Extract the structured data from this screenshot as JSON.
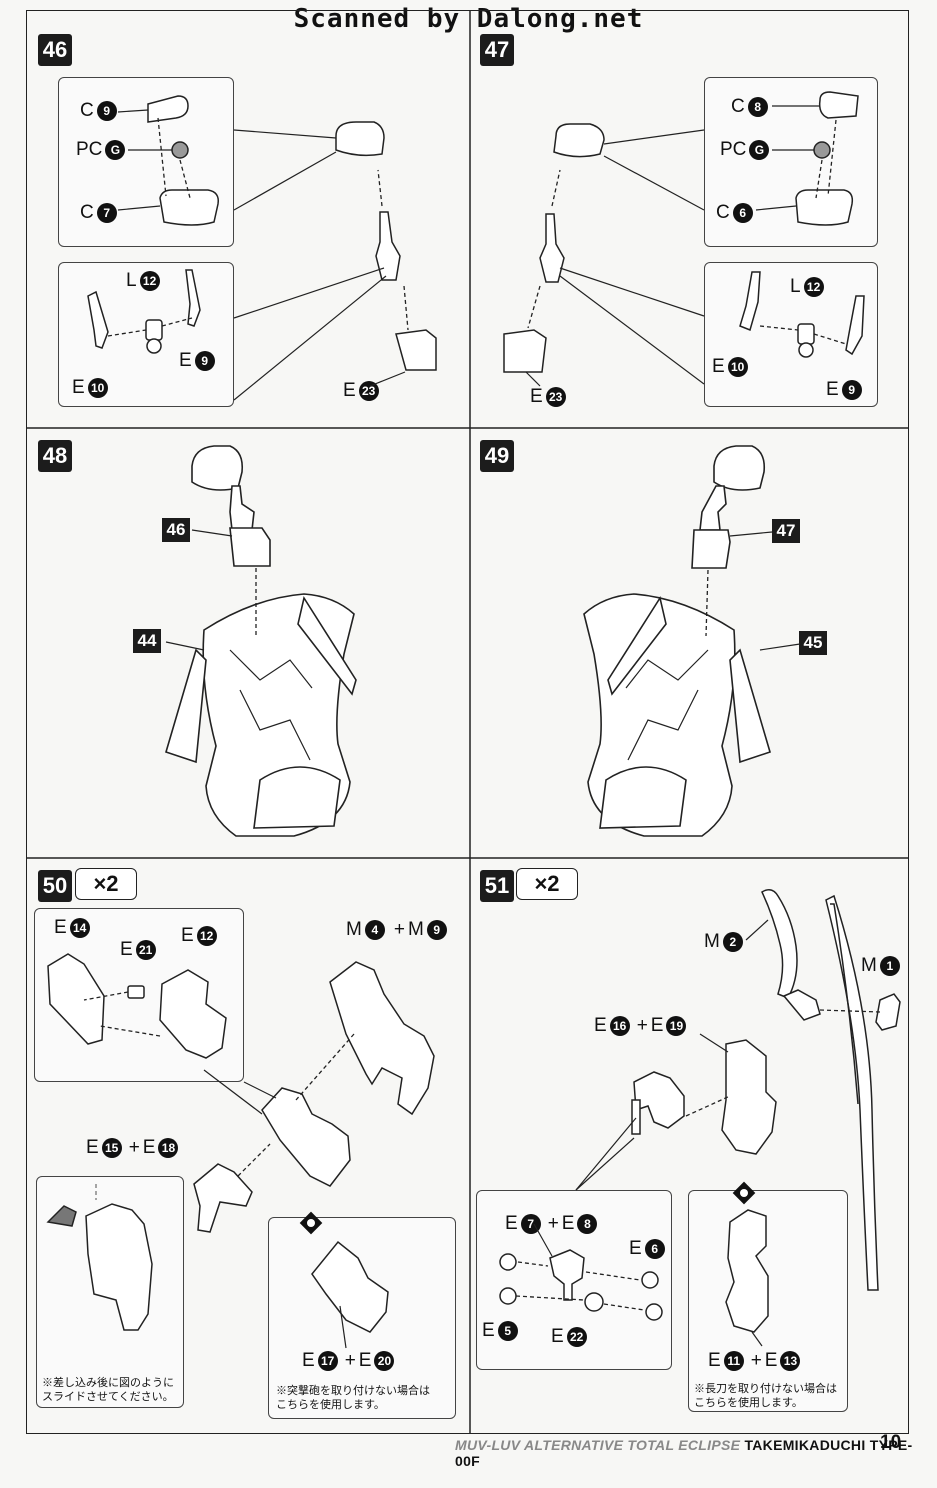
{
  "watermark": "Scanned by Dalong.net",
  "footer": {
    "series": "MUV-LUV ALTERNATIVE TOTAL ECLIPSE",
    "model": "TAKEMIKADUCHI TYPE-00F",
    "page": "10"
  },
  "steps": {
    "s46": {
      "num": "46",
      "labels": {
        "c9": "C",
        "pc": "PC",
        "c7": "C",
        "l12": "L",
        "e9": "E",
        "e10": "E",
        "e23": "E"
      },
      "nums": {
        "c9": "9",
        "pc": "G",
        "c7": "7",
        "l12": "12",
        "e9": "9",
        "e10": "10",
        "e23": "23"
      }
    },
    "s47": {
      "num": "47",
      "labels": {
        "c8": "C",
        "pc": "PC",
        "c6": "C",
        "l12": "L",
        "e10": "E",
        "e9": "E",
        "e23": "E"
      },
      "nums": {
        "c8": "8",
        "pc": "G",
        "c6": "6",
        "l12": "12",
        "e10": "10",
        "e9": "9",
        "e23": "23"
      }
    },
    "s48": {
      "num": "48",
      "ref_top": "46",
      "ref_body": "44"
    },
    "s49": {
      "num": "49",
      "ref_top": "47",
      "ref_body": "45"
    },
    "s50": {
      "num": "50",
      "times": "×2",
      "e14": "E",
      "e14n": "14",
      "e21": "E",
      "e21n": "21",
      "e12": "E",
      "e12n": "12",
      "m4": "M",
      "m4n": "4",
      "plus": "+",
      "m9": "M",
      "m9n": "9",
      "e15": "E",
      "e15n": "15",
      "e18": "E",
      "e18n": "18",
      "e17": "E",
      "e17n": "17",
      "e20": "E",
      "e20n": "20",
      "note_left": "※差し込み後に図のように\nスライドさせてください。",
      "note_right": "※突撃砲を取り付けない場合は\nこちらを使用します。"
    },
    "s51": {
      "num": "51",
      "times": "×2",
      "m2": "M",
      "m2n": "2",
      "m1": "M",
      "m1n": "1",
      "e16": "E",
      "e16n": "16",
      "e19": "E",
      "e19n": "19",
      "e7": "E",
      "e7n": "7",
      "e8": "E",
      "e8n": "8",
      "e6": "E",
      "e6n": "6",
      "e5": "E",
      "e5n": "5",
      "e22": "E",
      "e22n": "22",
      "e11": "E",
      "e11n": "11",
      "e13": "E",
      "e13n": "13",
      "note_right": "※長刀を取り付けない場合は\nこちらを使用します。"
    }
  }
}
